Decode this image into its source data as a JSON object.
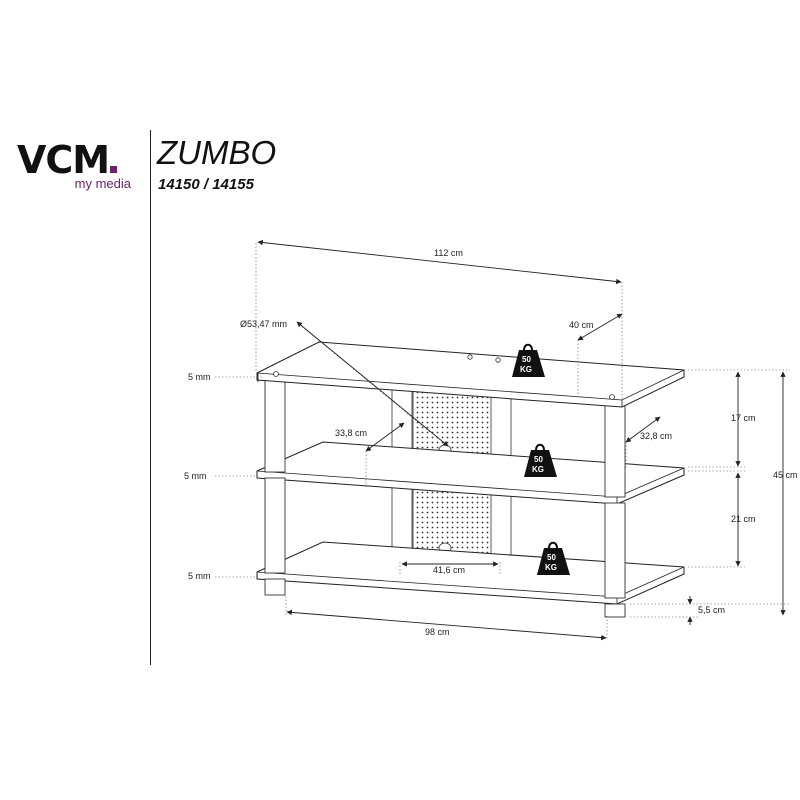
{
  "brand": {
    "name": "VCM",
    "tagline": "my media"
  },
  "product": {
    "name": "ZUMBO",
    "article_numbers": "14150 / 14155"
  },
  "dimensions": {
    "width_top": "112 cm",
    "pillar_diameter": "Ø53,47 mm",
    "shelf_depth": "40 cm",
    "top_thickness": "5 mm",
    "middle_thickness": "5 mm",
    "bottom_thickness": "5 mm",
    "upper_clearance": "17 cm",
    "lower_clearance": "21 cm",
    "total_height": "45 cm",
    "inner_depth_left": "33,8 cm",
    "inner_depth_right": "32,8 cm",
    "panel_width": "41,6 cm",
    "foot_height": "5,5 cm",
    "width_bottom": "98 cm"
  },
  "load": {
    "top": {
      "value": "50",
      "unit": "KG"
    },
    "middle": {
      "value": "50",
      "unit": "KG"
    },
    "bottom": {
      "value": "50",
      "unit": "KG"
    }
  },
  "colors": {
    "brand_accent": "#6b2270",
    "line": "#222222"
  }
}
